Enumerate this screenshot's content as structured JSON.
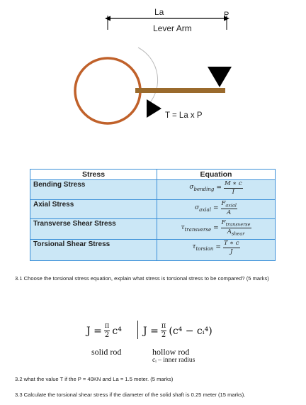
{
  "diagram": {
    "la_label": "La",
    "p_label": "P",
    "lever_arm_label": "Lever Arm",
    "torque_label": "T = La x P",
    "colors": {
      "shaft": "#c0612a",
      "arm": "#9a6a2c",
      "arrow": "#000000",
      "guide": "#bbbbbb"
    }
  },
  "table": {
    "headers": [
      "Stress",
      "Equation"
    ],
    "rows": [
      {
        "name": "Bending Stress",
        "lhs": "σ",
        "lhs_sub": "bending",
        "num": "M ∗ c",
        "den": "I",
        "den_sub": ""
      },
      {
        "name": "Axial Stress",
        "lhs": "σ",
        "lhs_sub": "axial",
        "num": "F",
        "num_sub": "axial",
        "den": "A",
        "den_sub": ""
      },
      {
        "name": "Transverse Shear Stress",
        "lhs": "τ",
        "lhs_sub": "transverse",
        "num": "F",
        "num_sub": "transverse",
        "den": "A",
        "den_sub": "shear"
      },
      {
        "name": "Torsional Shear Stress",
        "lhs": "τ",
        "lhs_sub": "torsion",
        "num": "T ∗ c",
        "den": "J",
        "den_sub": ""
      }
    ]
  },
  "questions": {
    "q31": "3.1 Choose the torsional stress equation, explain what stress is torsional stress to be compared? (5 marks)",
    "q32": "3.2 what the value T if the P = 40KN and La = 1.5 meter. (5 marks)",
    "q33": "3.3 Calculate the torsional shear stress if the diameter of the solid shaft is 0.25 meter (15 marks)."
  },
  "formulas": {
    "solid_lhs": "J =",
    "solid_num": "π",
    "solid_den": "2",
    "solid_rhs": "c⁴",
    "hollow_lhs": "J =",
    "hollow_num": "π",
    "hollow_den": "2",
    "hollow_rhs": "(c⁴ − cᵢ⁴)",
    "solid_caption": "solid rod",
    "hollow_caption": "hollow rod",
    "hollow_note": "cᵢ – inner radius"
  }
}
